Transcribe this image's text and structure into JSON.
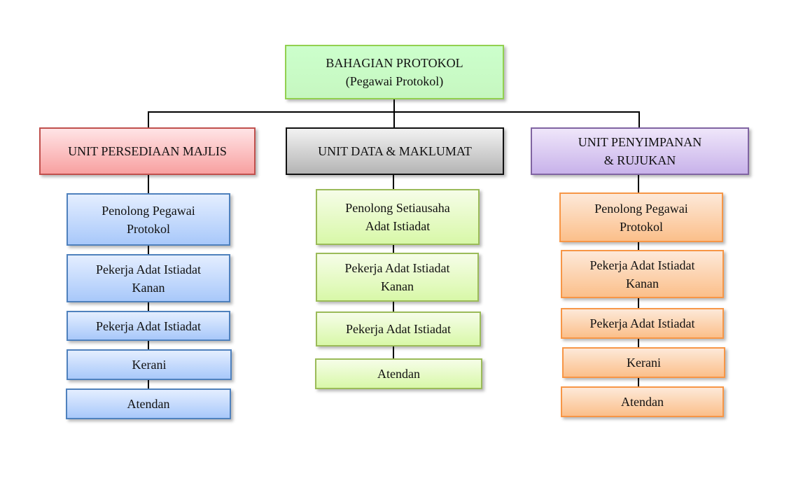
{
  "title": {
    "line1": "BAHAGIAN PROTOKOL",
    "line2": "(Pegawai Protokol)"
  },
  "units": [
    {
      "label": "UNIT PERSEDIAAN MAJLIS",
      "roles": [
        "Penolong Pegawai\nProtokol",
        "Pekerja Adat Istiadat\nKanan",
        "Pekerja Adat Istiadat",
        "Kerani",
        "Atendan"
      ]
    },
    {
      "label": "UNIT DATA & MAKLUMAT",
      "roles": [
        "Penolong Setiausaha\nAdat Istiadat",
        "Pekerja Adat Istiadat\nKanan",
        "Pekerja Adat Istiadat",
        "Atendan"
      ]
    },
    {
      "label": "UNIT PENYIMPANAN\n& RUJUKAN",
      "roles": [
        "Penolong Pegawai\nProtokol",
        "Pekerja Adat Istiadat\nKanan",
        "Pekerja Adat Istiadat",
        "Kerani",
        "Atendan"
      ]
    }
  ]
}
